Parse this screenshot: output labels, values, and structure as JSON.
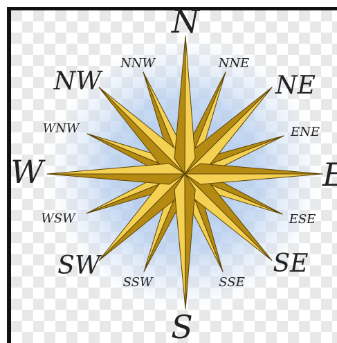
{
  "compass": {
    "labels": {
      "n": "N",
      "s": "S",
      "e": "E",
      "w": "W",
      "ne": "NE",
      "nw": "NW",
      "se": "SE",
      "sw": "SW",
      "nne": "NNE",
      "nnw": "NNW",
      "ene": "ENE",
      "wnw": "WNW",
      "ese": "ESE",
      "wsw": "WSW",
      "sse": "SSE",
      "ssw": "SSW"
    },
    "colors": {
      "gold_light": "#f4d152",
      "gold_dark": "#b58a12",
      "glow": "#9bbde6",
      "check_light": "#ffffff",
      "check_dark": "#e6e6e6"
    }
  }
}
